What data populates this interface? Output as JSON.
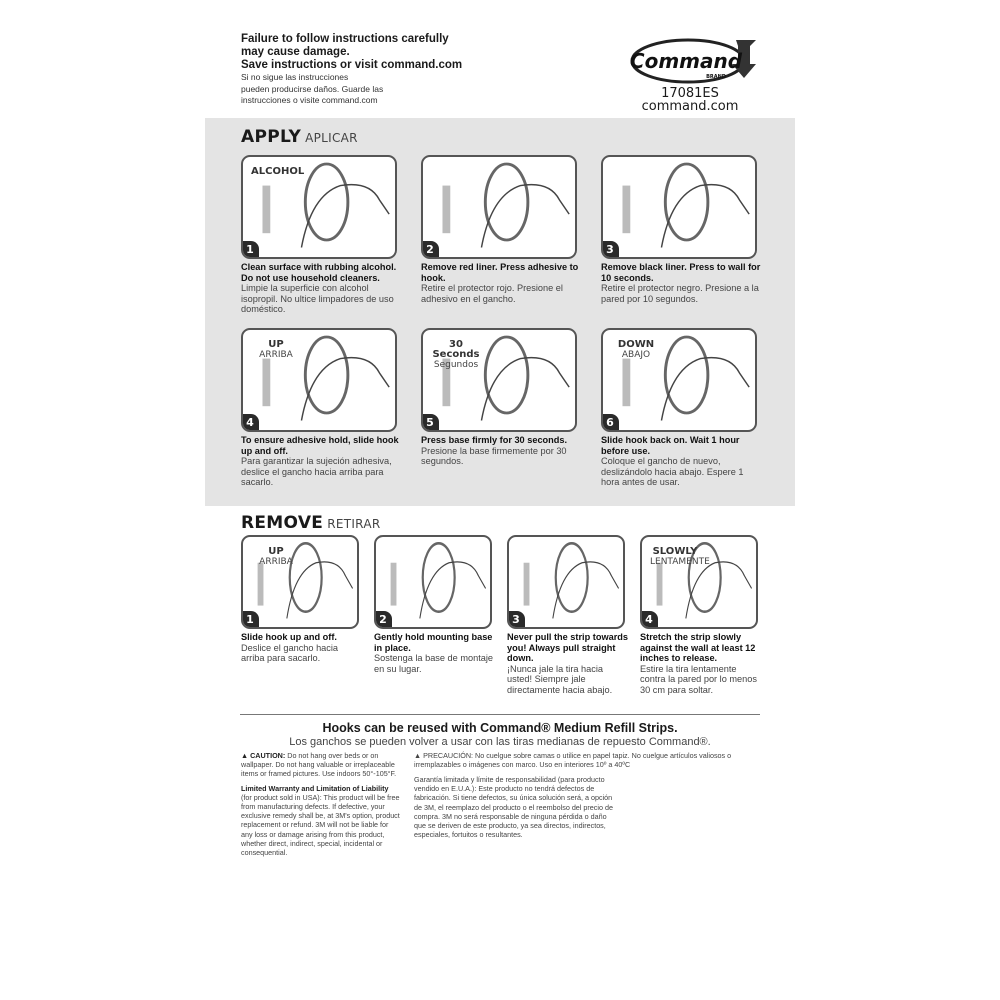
{
  "header": {
    "warning_en": [
      "Failure to follow instructions carefully",
      "may cause damage.",
      "Save instructions or visit command.com"
    ],
    "warning_es": [
      "Si no sigue las instrucciones",
      "pueden producirse daños. Guarde las",
      "instrucciones o visite command.com"
    ],
    "logo_text": "Command",
    "logo_sub": "BRAND",
    "model": "17081ES",
    "website": "command.com"
  },
  "apply": {
    "title": "APPLY",
    "title_es": "APLICAR",
    "steps": [
      {
        "num": "1",
        "en": "Clean surface with rubbing alcohol. Do not use household cleaners.",
        "es": "Limpie la superficie con alcohol isopropil. No ultice limpadores de uso doméstico.",
        "overlay": "ALCOHOL"
      },
      {
        "num": "2",
        "en": "Remove red liner. Press adhesive to hook.",
        "es": "Retire el protector rojo. Presione el adhesivo en el gancho."
      },
      {
        "num": "3",
        "en": "Remove black liner. Press to wall for 10 seconds.",
        "es": "Retire el protector negro. Presione a la pared por 10 segundos."
      },
      {
        "num": "4",
        "en": "To ensure adhesive hold, slide hook up and off.",
        "es": "Para garantizar la sujeción adhesiva, deslice el gancho hacia arriba para sacarlo.",
        "overlay": "UP",
        "overlay_es": "ARRIBA"
      },
      {
        "num": "5",
        "en": "Press base firmly for 30 seconds.",
        "es": "Presione la base firmemente por 30 segundos.",
        "overlay": "30",
        "overlay_2": "Seconds",
        "overlay_es": "Segundos"
      },
      {
        "num": "6",
        "en": "Slide hook back on. Wait 1 hour before use.",
        "es": "Coloque el gancho de nuevo, deslizándolo hacia abajo. Espere 1 hora antes de usar.",
        "overlay": "DOWN",
        "overlay_es": "ABAJO"
      }
    ]
  },
  "remove": {
    "title": "REMOVE",
    "title_es": "RETIRAR",
    "steps": [
      {
        "num": "1",
        "en": "Slide hook up and off.",
        "es": "Deslice el gancho hacia arriba para sacarlo.",
        "overlay": "UP",
        "overlay_es": "ARRIBA"
      },
      {
        "num": "2",
        "en": "Gently hold mounting base in place.",
        "es": "Sostenga la base de montaje en su lugar."
      },
      {
        "num": "3",
        "en": "Never pull the strip towards you! Always pull straight down.",
        "es": "¡Nunca jale la tira hacia usted! Siempre jale directamente hacia abajo."
      },
      {
        "num": "4",
        "en": "Stretch the strip slowly against the wall at least 12 inches to release.",
        "es": "Estire la tira lentamente contra la pared por lo menos 30 cm para soltar.",
        "overlay": "SLOWLY",
        "overlay_es": "LENTAMENTE"
      }
    ]
  },
  "footer": {
    "reuse_en": "Hooks can be reused with Command® Medium Refill Strips.",
    "reuse_es": "Los ganchos se pueden volver a usar con las tiras medianas de repuesto Command®.",
    "caution_label": "▲ CAUTION:",
    "caution_text": "Do not hang over beds or on wallpaper. Do not hang valuable or irreplaceable items or framed pictures. Use indoors 50°-105°F.",
    "warranty_label": "Limited Warranty and Limitation of Liability",
    "warranty_text": "(for product sold in USA): This product will be free from manufacturing defects. If defective, your exclusive remedy shall be, at 3M's option, product replacement or refund. 3M will not be liable for any loss or damage arising from this product, whether direct, indirect, special, incidental or consequential.",
    "precaucion": "▲ PRECAUCIÓN: No cuelgue sobre camas o utilice en papel tapiz. No cuelgue artículos valiosos o irremplazables o imágenes con marco. Uso en interiores 10º a 40ºC",
    "garantia": "Garantía limitada y límite de responsabilidad (para producto vendido en E.U.A.): Este producto no tendrá defectos de fabricación. Si tiene defectos, su única solución será, a opción de 3M, el reemplazo del producto o el reembolso del precio de compra. 3M no será responsable de ninguna pérdida o daño que se deriven de este producto, ya sea directos, indirectos, especiales, fortuitos o resultantes."
  }
}
